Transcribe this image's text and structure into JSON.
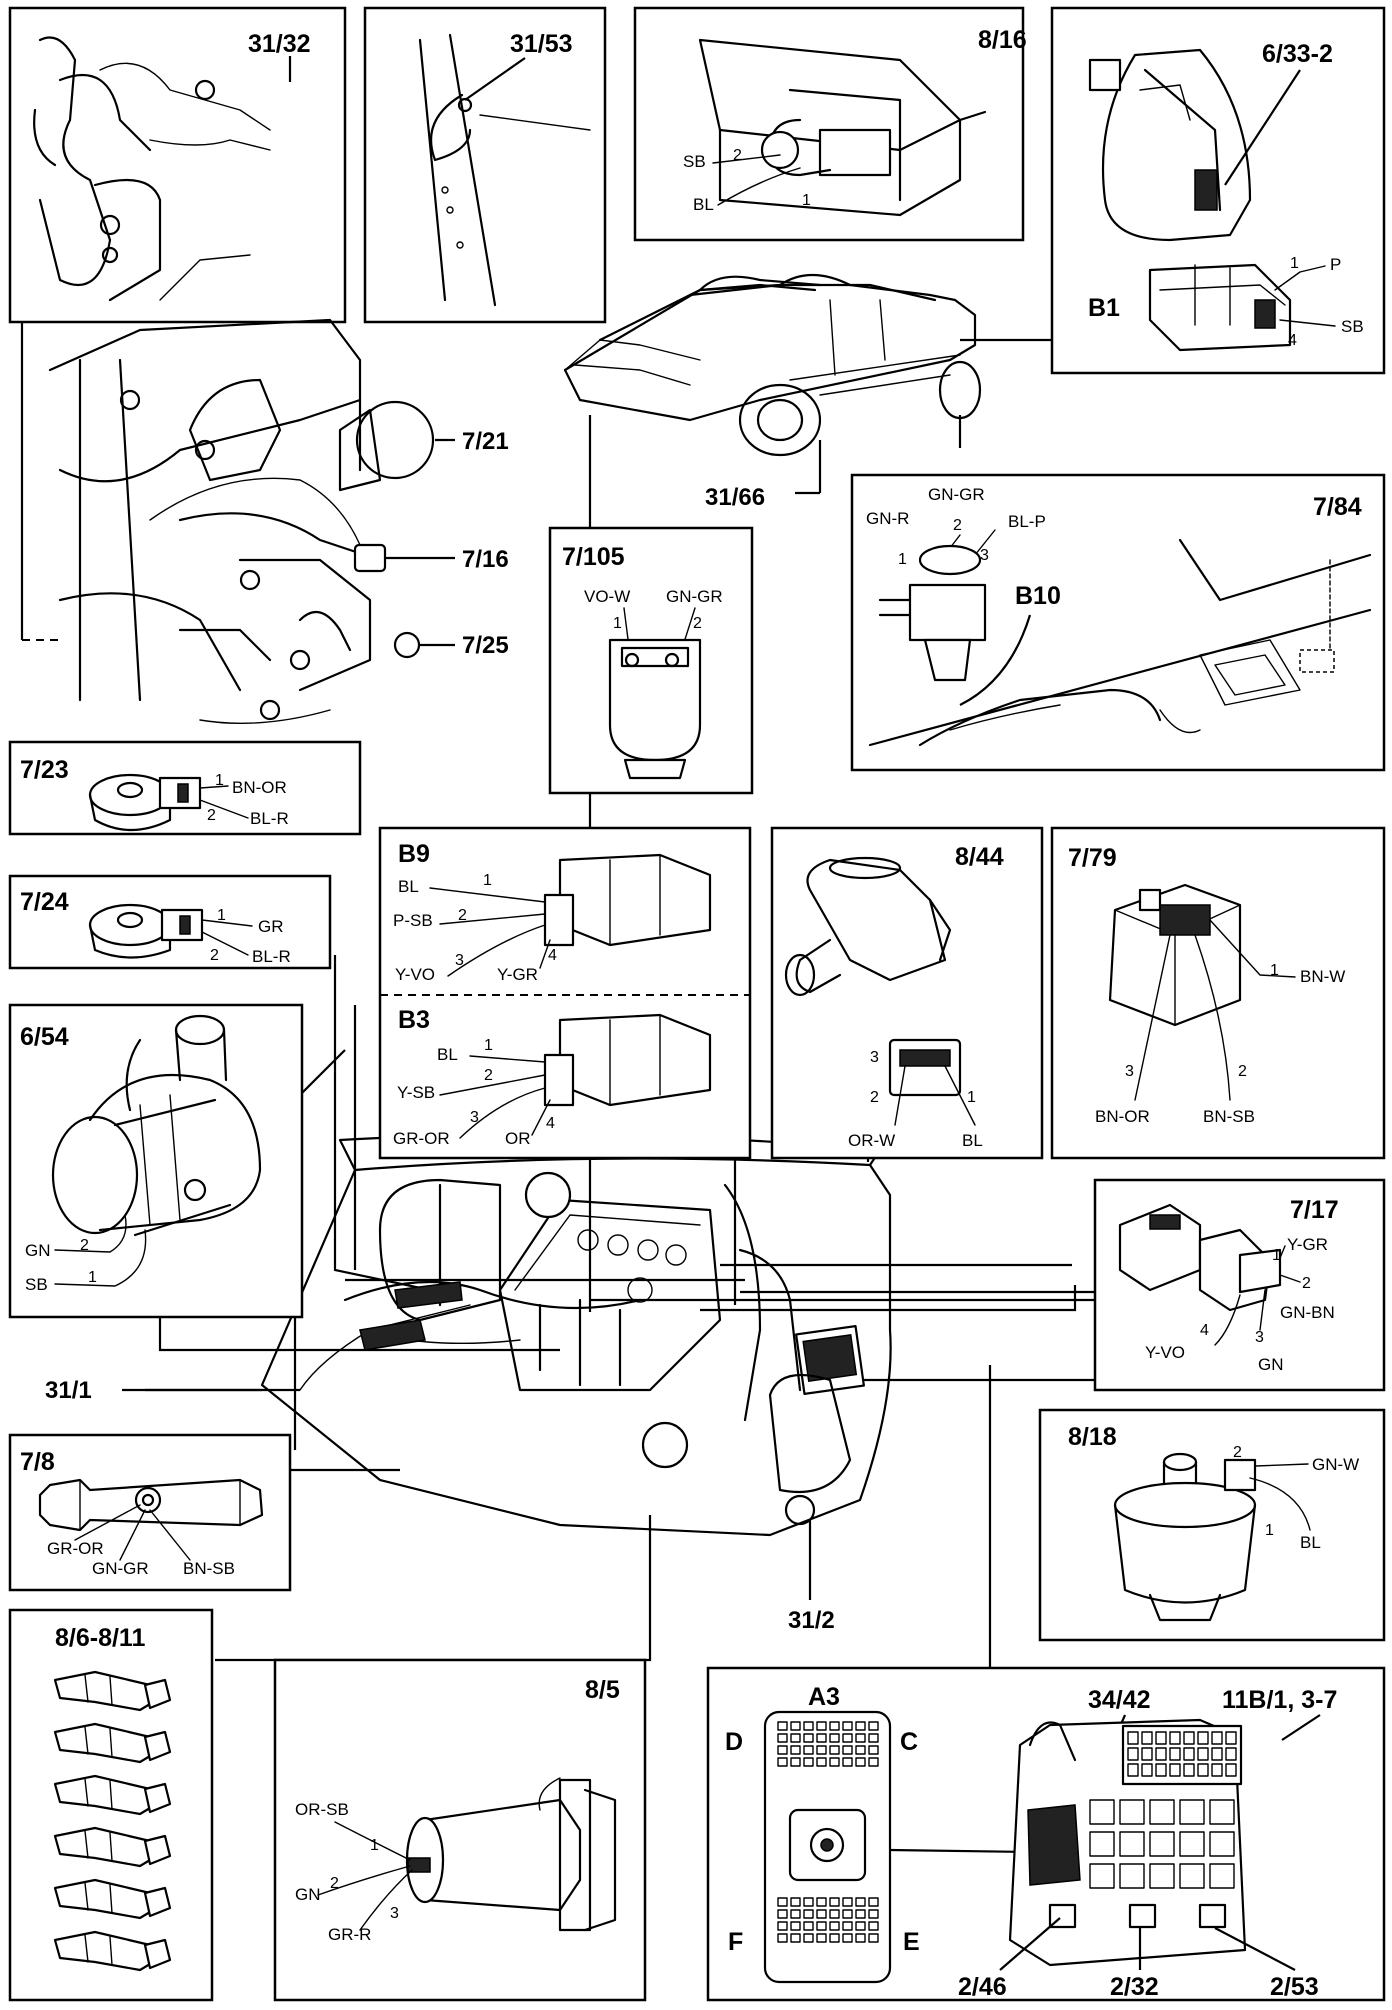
{
  "panels": {
    "p3132": {
      "title": "31/32"
    },
    "p3153": {
      "title": "31/53"
    },
    "p816": {
      "title": "8/16",
      "wires": [
        {
          "pin": "2",
          "color": "SB"
        },
        {
          "pin": "1",
          "color": "BL"
        }
      ]
    },
    "p6332": {
      "title": "6/33-2",
      "sub": "B1",
      "wires": [
        {
          "pin": "1",
          "color": "P"
        },
        {
          "pin": "4",
          "color": "SB"
        }
      ]
    },
    "p7105": {
      "title": "7/105",
      "wires": [
        {
          "pin": "1",
          "color": "VO-W"
        },
        {
          "pin": "2",
          "color": "GN-GR"
        }
      ]
    },
    "p784": {
      "title": "7/84",
      "sub": "B10",
      "wires": [
        {
          "pin": "1",
          "color": "GN-R"
        },
        {
          "pin": "2",
          "color": "GN-GR"
        },
        {
          "pin": "3",
          "color": "BL-P"
        }
      ]
    },
    "p723": {
      "title": "7/23",
      "wires": [
        {
          "pin": "1",
          "color": "BN-OR"
        },
        {
          "pin": "2",
          "color": "BL-R"
        }
      ]
    },
    "p724": {
      "title": "7/24",
      "wires": [
        {
          "pin": "1",
          "color": "GR"
        },
        {
          "pin": "2",
          "color": "BL-R"
        }
      ]
    },
    "pB9": {
      "title": "B9",
      "wires": [
        {
          "pin": "1",
          "color": "BL"
        },
        {
          "pin": "2",
          "color": "P-SB"
        },
        {
          "pin": "3",
          "color": "Y-VO"
        },
        {
          "pin": "4",
          "color": "Y-GR"
        }
      ]
    },
    "pB3": {
      "title": "B3",
      "wires": [
        {
          "pin": "1",
          "color": "BL"
        },
        {
          "pin": "2",
          "color": "Y-SB"
        },
        {
          "pin": "3",
          "color": "GR-OR"
        },
        {
          "pin": "4",
          "color": "OR"
        }
      ]
    },
    "p844": {
      "title": "8/44",
      "wires": [
        {
          "pin": "2",
          "color": "OR-W"
        },
        {
          "pin": "1",
          "color": "BL"
        }
      ]
    },
    "p779": {
      "title": "7/79",
      "wires": [
        {
          "pin": "1",
          "color": "BN-W"
        },
        {
          "pin": "3",
          "color": "BN-OR"
        },
        {
          "pin": "2",
          "color": "BN-SB"
        }
      ]
    },
    "p654": {
      "title": "6/54",
      "wires": [
        {
          "pin": "2",
          "color": "GN"
        },
        {
          "pin": "1",
          "color": "SB"
        }
      ]
    },
    "p717": {
      "title": "7/17",
      "wires": [
        {
          "pin": "1",
          "color": "Y-GR"
        },
        {
          "pin": "2",
          "color": "GN-BN"
        },
        {
          "pin": "3",
          "color": "GN"
        },
        {
          "pin": "4",
          "color": "Y-VO"
        }
      ]
    },
    "p818": {
      "title": "8/18",
      "wires": [
        {
          "pin": "2",
          "color": "GN-W"
        },
        {
          "pin": "1",
          "color": "BL"
        }
      ]
    },
    "p78": {
      "title": "7/8",
      "wires": [
        {
          "color": "GR-OR"
        },
        {
          "color": "GN-GR"
        },
        {
          "color": "BN-SB"
        }
      ]
    },
    "p86": {
      "title": "8/6-8/11"
    },
    "p85": {
      "title": "8/5",
      "wires": [
        {
          "pin": "1",
          "color": "OR-SB"
        },
        {
          "pin": "2",
          "color": "GN"
        },
        {
          "pin": "3",
          "color": "GR-R"
        }
      ]
    },
    "pA3": {
      "title": "A3",
      "quadrants": [
        "D",
        "C",
        "F",
        "E"
      ]
    },
    "pfuse": {
      "labels": [
        "34/42",
        "11B/1, 3-7",
        "2/46",
        "2/32",
        "2/53"
      ]
    }
  },
  "callouts": {
    "c721": "7/21",
    "c716": "7/16",
    "c725": "7/25",
    "c3166": "31/66",
    "c311": "31/1",
    "c312": "31/2"
  }
}
